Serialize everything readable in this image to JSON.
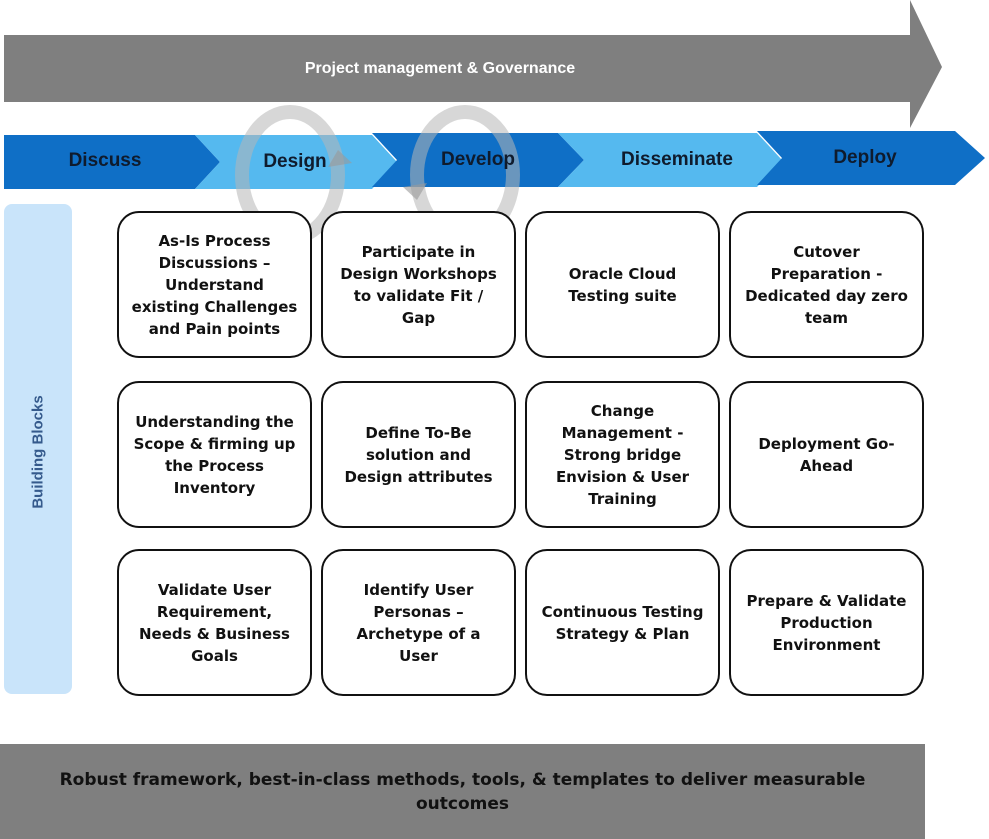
{
  "governance": {
    "label": "Project management & Governance"
  },
  "phases": [
    {
      "label": "Discuss"
    },
    {
      "label": "Design"
    },
    {
      "label": "Develop"
    },
    {
      "label": "Disseminate"
    },
    {
      "label": "Deploy"
    }
  ],
  "sidebar": {
    "label": "Building Blocks"
  },
  "cards": [
    [
      "As-Is Process Discussions – Understand existing Challenges and Pain points",
      "Participate in Design Workshops to validate Fit / Gap",
      "Oracle Cloud Testing suite",
      "Cutover Preparation - Dedicated day zero team"
    ],
    [
      "Understanding the Scope & firming up the Process Inventory",
      "Define To-Be solution and Design attributes",
      "Change Management - Strong bridge Envision & User Training",
      "Deployment Go-Ahead"
    ],
    [
      "Validate User Requirement, Needs & Business Goals",
      "Identify User Personas – Archetype of a User",
      "Continuous Testing Strategy & Plan",
      "Prepare & Validate Production Environment"
    ]
  ],
  "footer": {
    "label": "Robust framework, best-in-class methods, tools, & templates to deliver measurable outcomes"
  },
  "colors": {
    "dark_blue": "#0f6fc6",
    "light_blue": "#55b9ef",
    "gray_arrow": "#7f7f7f",
    "sidebar": "#c9e4fa"
  }
}
